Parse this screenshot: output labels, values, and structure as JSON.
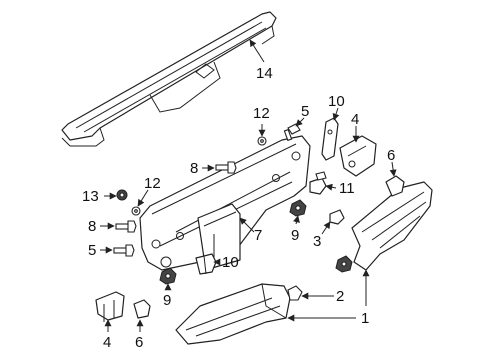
{
  "labels": {
    "n14": "14",
    "n12a": "12",
    "n5a": "5",
    "n10a": "10",
    "n4a": "4",
    "n6a": "6",
    "n8a": "8",
    "n11": "11",
    "n13": "13",
    "n12b": "12",
    "n8b": "8",
    "n7": "7",
    "n9a": "9",
    "n3": "3",
    "n5b": "5",
    "n10b": "10",
    "n9b": "9",
    "n2": "2",
    "n1": "1",
    "n4b": "4",
    "n6b": "6"
  },
  "colors": {
    "line": "#222222",
    "text": "#111111",
    "background": "#ffffff"
  }
}
